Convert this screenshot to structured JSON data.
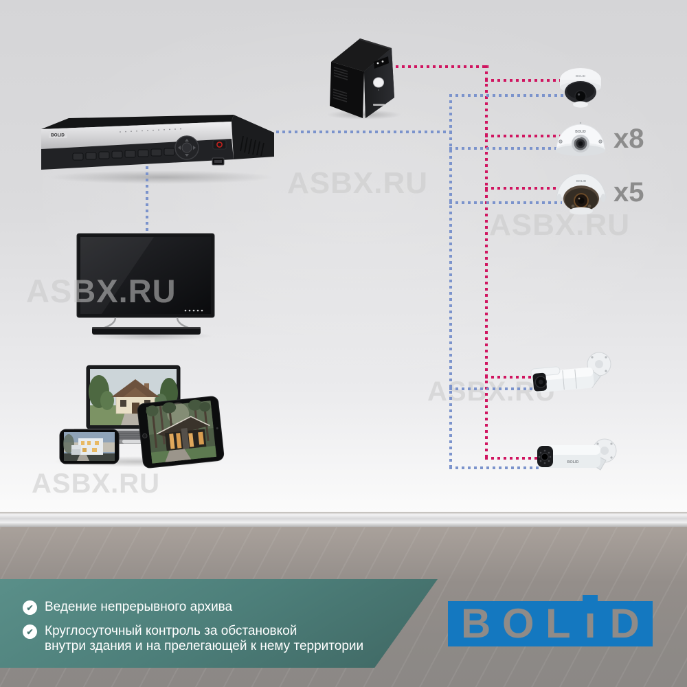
{
  "watermark_text": "ASBX.RU",
  "brand": "BOLID",
  "diagram": {
    "mini_dome_count": "x8",
    "eyeball_dome_count": "x5"
  },
  "banner": {
    "check_glyph": "✔",
    "bullet1": "Ведение непрерывного архива",
    "bullet2_line1": "Круглосуточный контроль за обстановкой",
    "bullet2_line2": "внутри здания и на прелегающей к нему территории",
    "logo_letters": [
      "B",
      "O",
      "L",
      "I",
      "D"
    ]
  },
  "colors": {
    "power_line": "#d01560",
    "data_line": "#7b93cc",
    "banner_teal_start": "#5a8f89",
    "banner_teal_end": "#3f6763",
    "logo_blue": "#1478c0",
    "count_label_gray": "#8c8c8c"
  }
}
